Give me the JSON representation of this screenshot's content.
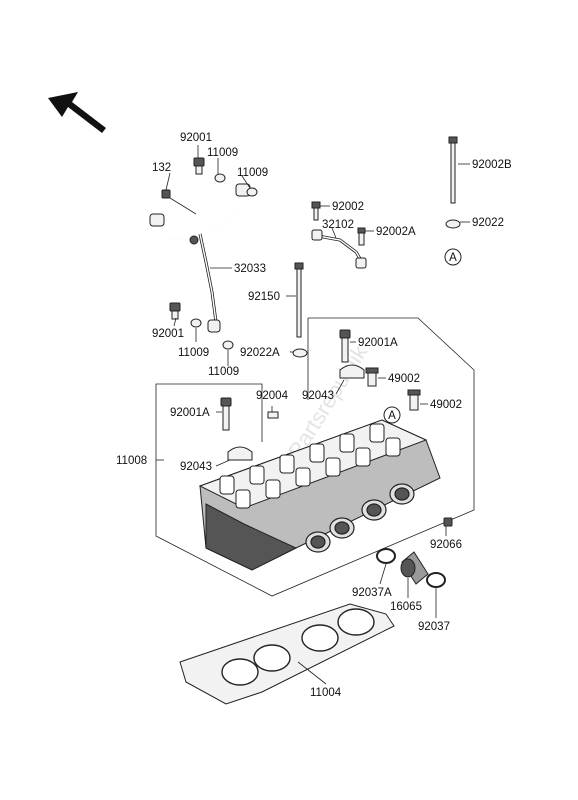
{
  "watermark": "Partsrepublik",
  "labels": {
    "l_92001_top": "92001",
    "l_11009_a": "11009",
    "l_132": "132",
    "l_11009_b": "11009",
    "l_92002B": "92002B",
    "l_92002": "92002",
    "l_32102": "32102",
    "l_92002A": "92002A",
    "l_92022": "92022",
    "l_32033": "32033",
    "l_92150": "92150",
    "l_92001_mid": "92001",
    "l_11009_c": "11009",
    "l_11009_d": "11009",
    "l_92022A": "92022A",
    "l_92001A_top": "92001A",
    "l_49002_a": "49002",
    "l_92004": "92004",
    "l_92043_top": "92043",
    "l_49002_b": "49002",
    "l_92001A_left": "92001A",
    "l_11008": "11008",
    "l_92043_left": "92043",
    "l_92066": "92066",
    "l_92037A": "92037A",
    "l_16065": "16065",
    "l_92037": "92037",
    "l_11004": "11004",
    "ref_A_1": "A",
    "ref_A_2": "A"
  }
}
